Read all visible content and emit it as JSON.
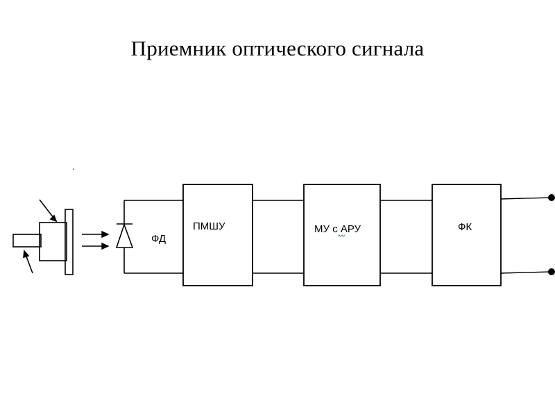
{
  "title": "Приемник оптического сигнала",
  "diagram": {
    "photodiode_label": "ФД",
    "blocks": [
      {
        "id": "pmshu",
        "label": "ПМШУ"
      },
      {
        "id": "mu-aru",
        "label": "МУ с АРУ"
      },
      {
        "id": "fk",
        "label": "ФК"
      }
    ]
  },
  "colors": {
    "line": "#000000",
    "background": "#ffffff",
    "spellcheck": "#3aa655"
  }
}
